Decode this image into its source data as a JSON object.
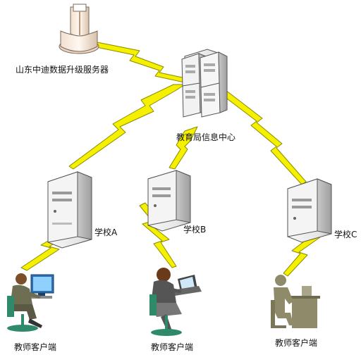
{
  "diagram": {
    "upgrade_server": {
      "label": "山东中迪数据升级服务器",
      "icon": "antenna-tower-icon"
    },
    "info_center": {
      "label": "教育局信息中心",
      "icon": "server-cluster-icon"
    },
    "schools": [
      {
        "label": "学校A",
        "icon": "tower-server-icon"
      },
      {
        "label": "学校B",
        "icon": "tower-server-icon"
      },
      {
        "label": "学校C",
        "icon": "tower-server-icon"
      }
    ],
    "clients": [
      {
        "label": "教师客户端",
        "icon": "male-teacher-at-computer-icon"
      },
      {
        "label": "教师客户端",
        "icon": "female-teacher-at-laptop-icon"
      },
      {
        "label": "教师客户端",
        "icon": "teacher-silhouette-at-desk-icon"
      }
    ],
    "link_icon": "lightning-link-icon",
    "colors": {
      "link_fill": "#f4f000",
      "link_stroke": "#8a8a00",
      "server_body": "#eeeeee",
      "server_shadow": "#bdbdbd",
      "text": "#111111"
    }
  }
}
